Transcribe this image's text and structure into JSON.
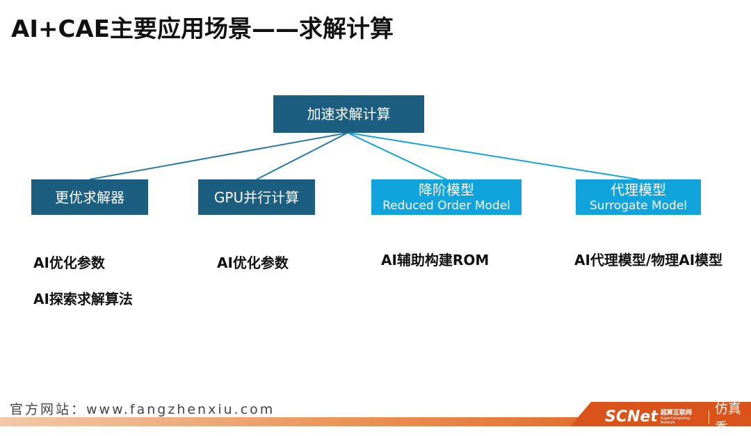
{
  "title": "AI+CAE主要应用场景——求解计算",
  "root": {
    "label": "加速求解计算"
  },
  "branches": [
    {
      "label": "更优求解器",
      "sublabel": ""
    },
    {
      "label": "GPU并行计算",
      "sublabel": ""
    },
    {
      "label": "降阶模型",
      "sublabel": "Reduced Order Model"
    },
    {
      "label": "代理模型",
      "sublabel": "Surrogate Model"
    }
  ],
  "details": {
    "col1": [
      "AI优化参数",
      "AI探索求解算法"
    ],
    "col2": [
      "AI优化参数"
    ],
    "col3": [
      "AI辅助构建ROM"
    ],
    "col4": [
      "AI代理模型/物理AI模型"
    ]
  },
  "footer": {
    "website": "官方网站：www.fangzhenxiu.com"
  },
  "logo": {
    "main": "SCNet",
    "cn": "超算互联网",
    "en": "SuperComputing Network",
    "brand": "仿真秀"
  },
  "colors": {
    "dark_box": "#1c5e80",
    "light_box": "#10a3dc",
    "connector": "#2a7aa0",
    "footer_band": "#e0601a"
  }
}
